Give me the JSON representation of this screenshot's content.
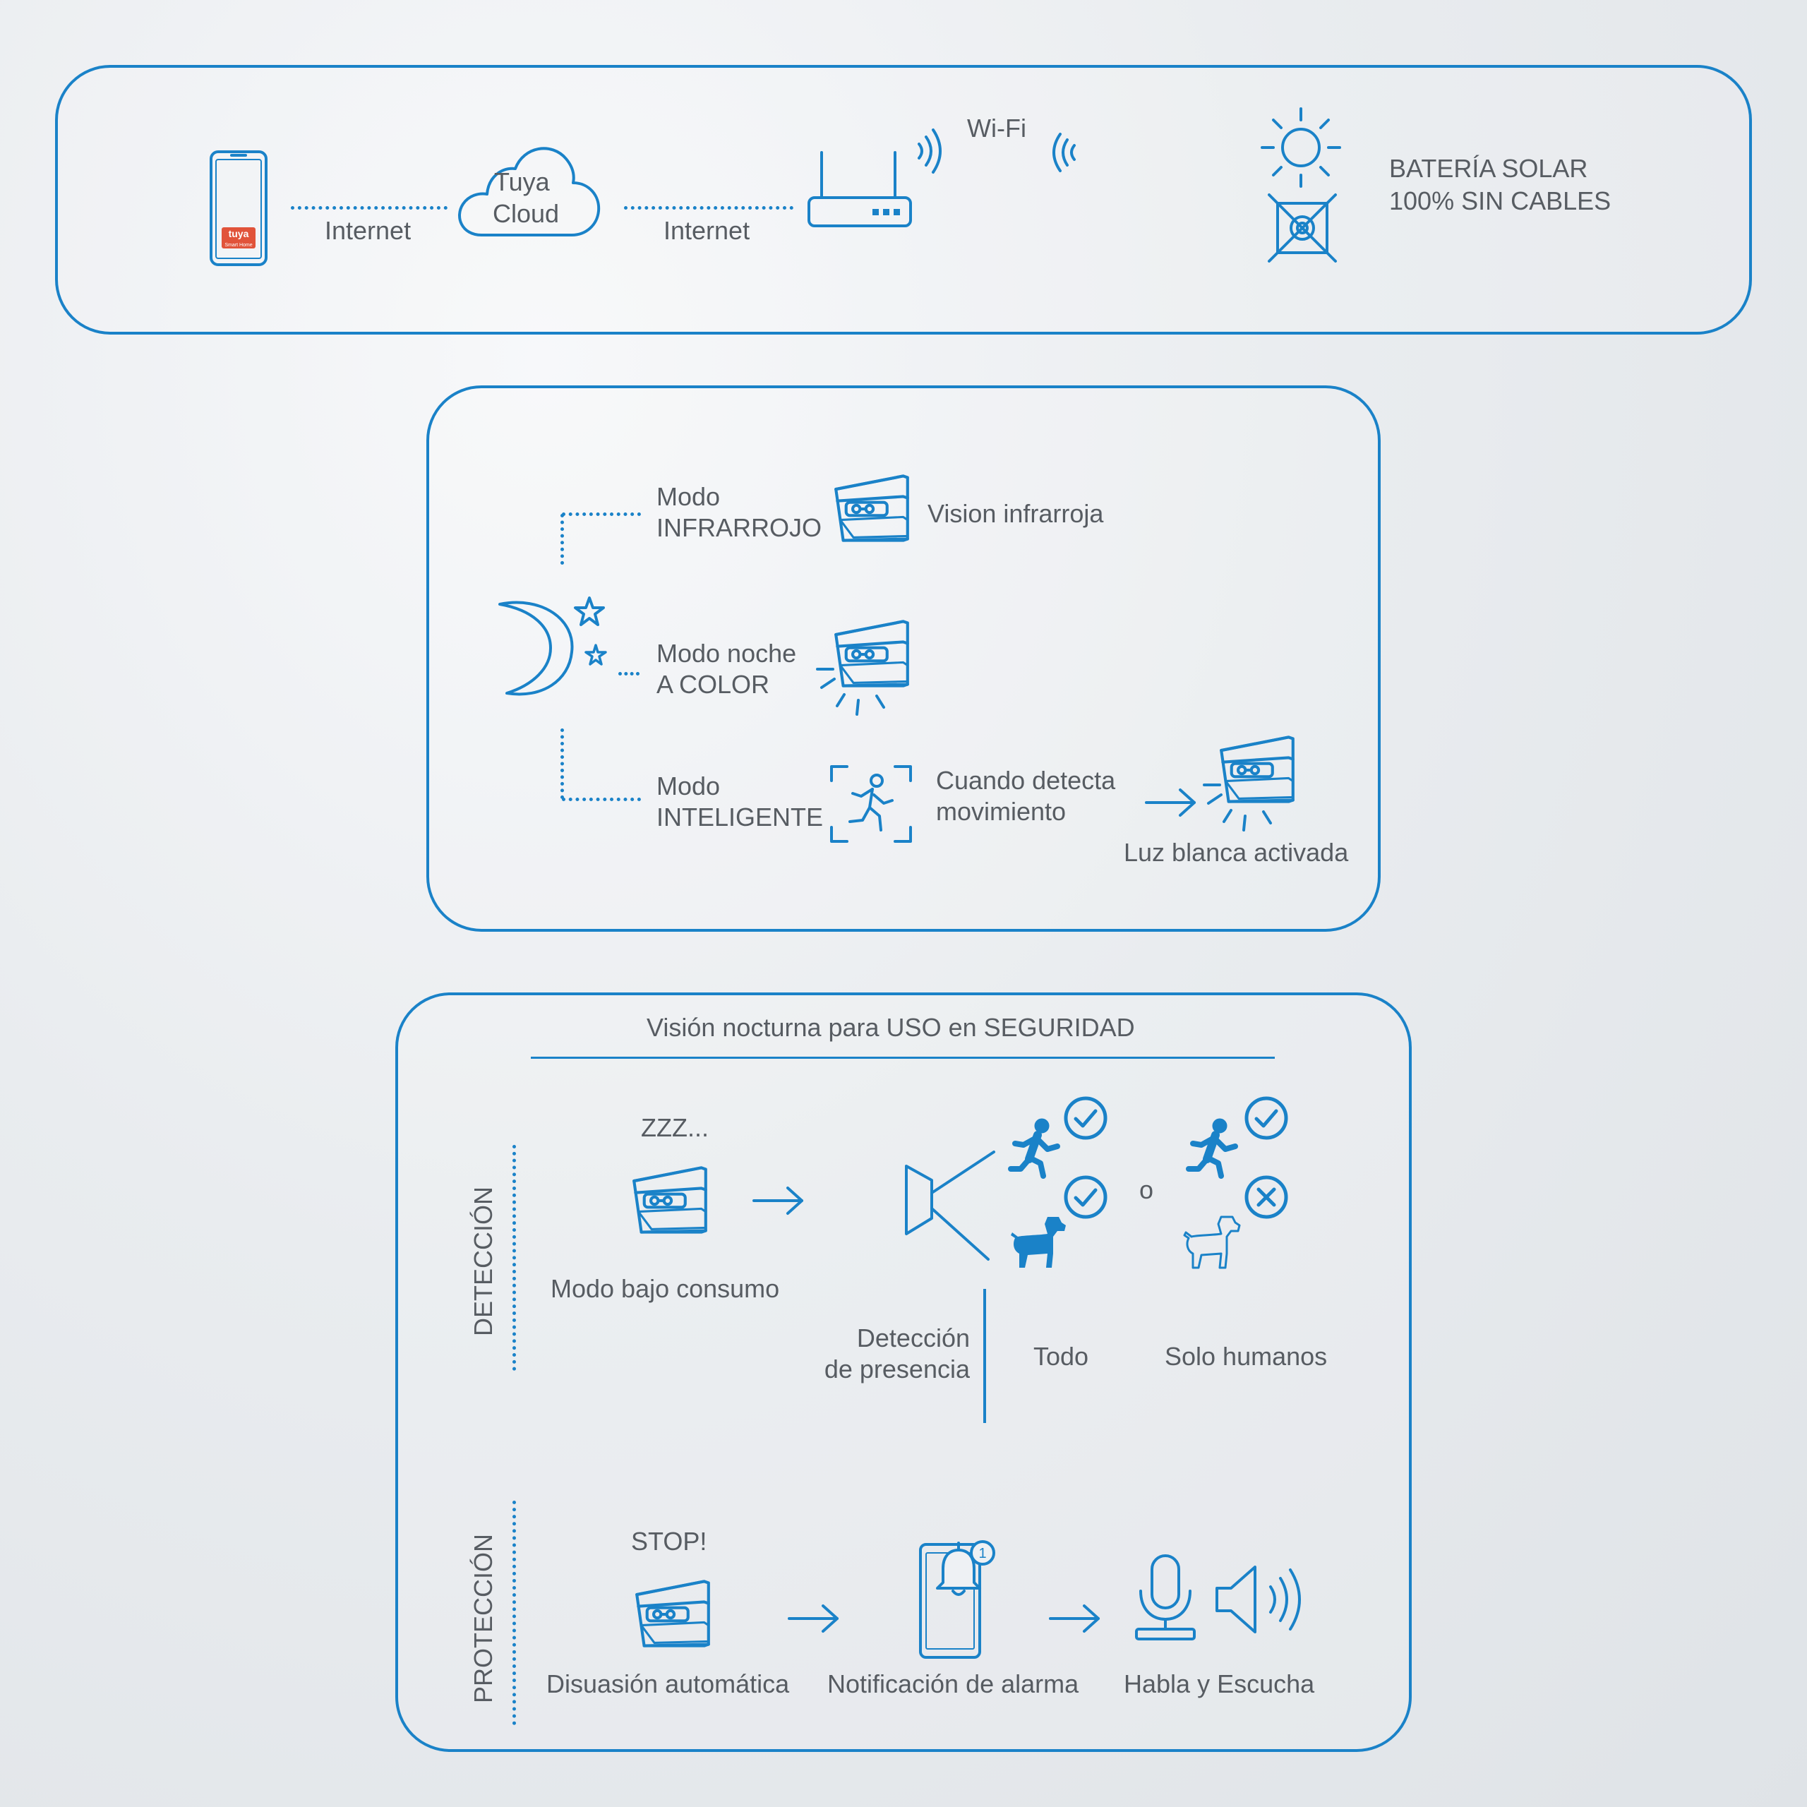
{
  "colors": {
    "accent": "#1a82c8",
    "text": "#575c62",
    "background": "#e9ecef"
  },
  "connectivity": {
    "phone_badge": "tuya",
    "phone_badge_sub": "Smart Home",
    "internet_left": "Internet",
    "cloud_line1": "Tuya",
    "cloud_line2": "Cloud",
    "internet_right": "Internet",
    "wifi": "Wi-Fi",
    "battery_line1": "BATERÍA SOLAR",
    "battery_line2": "100% SIN CABLES",
    "icons": [
      "phone-icon",
      "cloud-icon",
      "router-icon",
      "wifi-signal-icon",
      "sun-icon",
      "no-cable-icon"
    ]
  },
  "modes": {
    "infrared_line1": "Modo",
    "infrared_line2": "INFRARROJO",
    "infrared_desc": "Vision infrarroja",
    "color_line1": "Modo noche",
    "color_line2": "A COLOR",
    "smart_line1": "Modo",
    "smart_line2": "INTELIGENTE",
    "smart_desc_line1": "Cuando detecta",
    "smart_desc_line2": "movimiento",
    "light_activated": "Luz blanca activada",
    "icons": [
      "moon-icon",
      "star-icon",
      "camera-icon",
      "motion-frame-icon",
      "arrow-right-icon"
    ]
  },
  "security": {
    "title": "Visión nocturna para USO en SEGURIDAD",
    "detection_label": "DETECCIÓN",
    "zzz": "ZZZ...",
    "low_power": "Modo bajo consumo",
    "or": "o",
    "presence_line1": "Detección",
    "presence_line2": "de presencia",
    "all": "Todo",
    "humans_only": "Solo humanos",
    "protection_label": "PROTECCIÓN",
    "stop": "STOP!",
    "deterrence": "Disuasión automática",
    "alarm_notification": "Notificación de alarma",
    "talk_listen": "Habla y Escucha",
    "notification_count": "1",
    "icons": [
      "sensor-icon",
      "runner-icon",
      "dog-icon",
      "check-icon",
      "cross-icon",
      "bell-icon",
      "microphone-icon",
      "speaker-icon"
    ]
  }
}
